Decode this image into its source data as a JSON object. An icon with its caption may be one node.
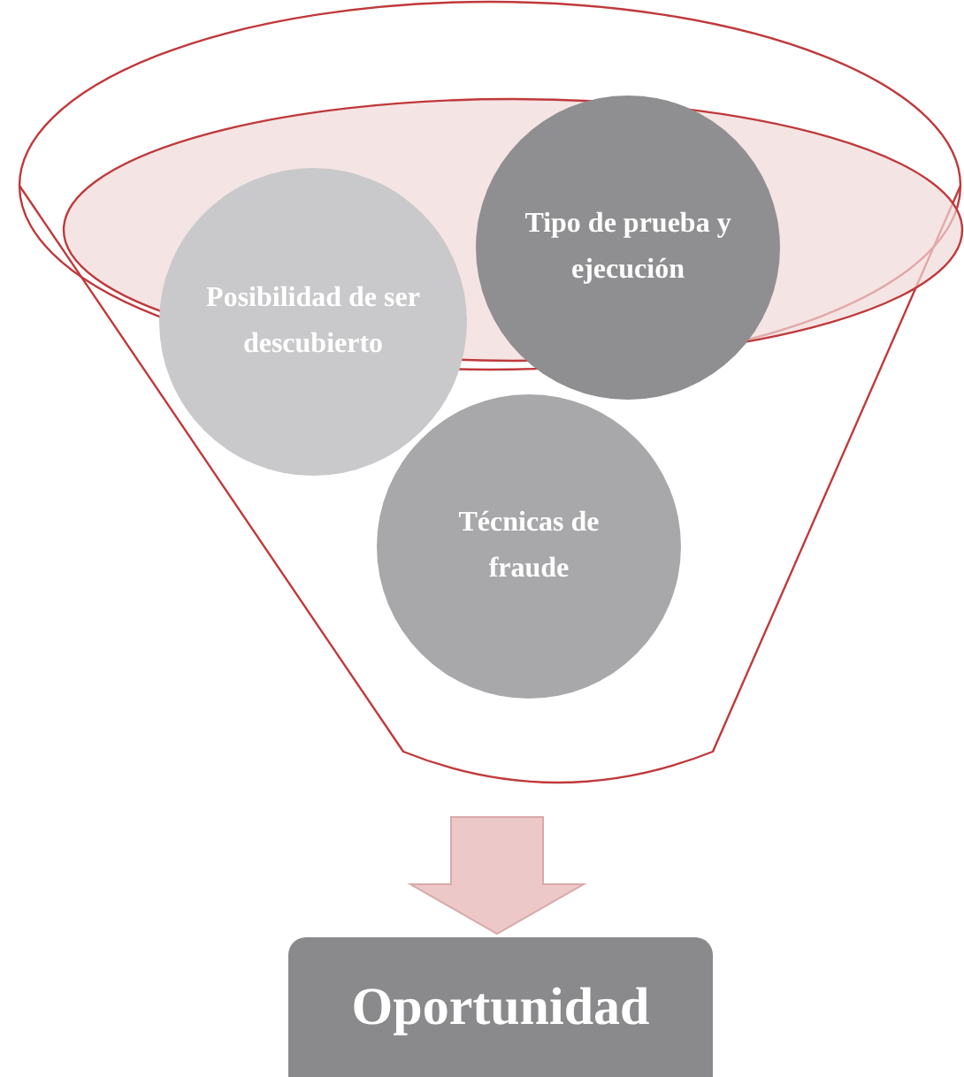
{
  "diagram": {
    "nodes": [
      {
        "text": [],
        "shape": "funnel"
      },
      {
        "text": [
          "Posibilidad de ser descubierto"
        ],
        "in": 0
      },
      {
        "text": [
          "Tipo de prueba y ejecución"
        ],
        "in": 0
      },
      {
        "text": [
          "Técnicas de fraude"
        ],
        "in": 0
      },
      {
        "text": [
          "Oportunidad"
        ]
      }
    ],
    "edges": [
      {
        "from": 0,
        "to": 4,
        "arrow": "to"
      }
    ]
  }
}
